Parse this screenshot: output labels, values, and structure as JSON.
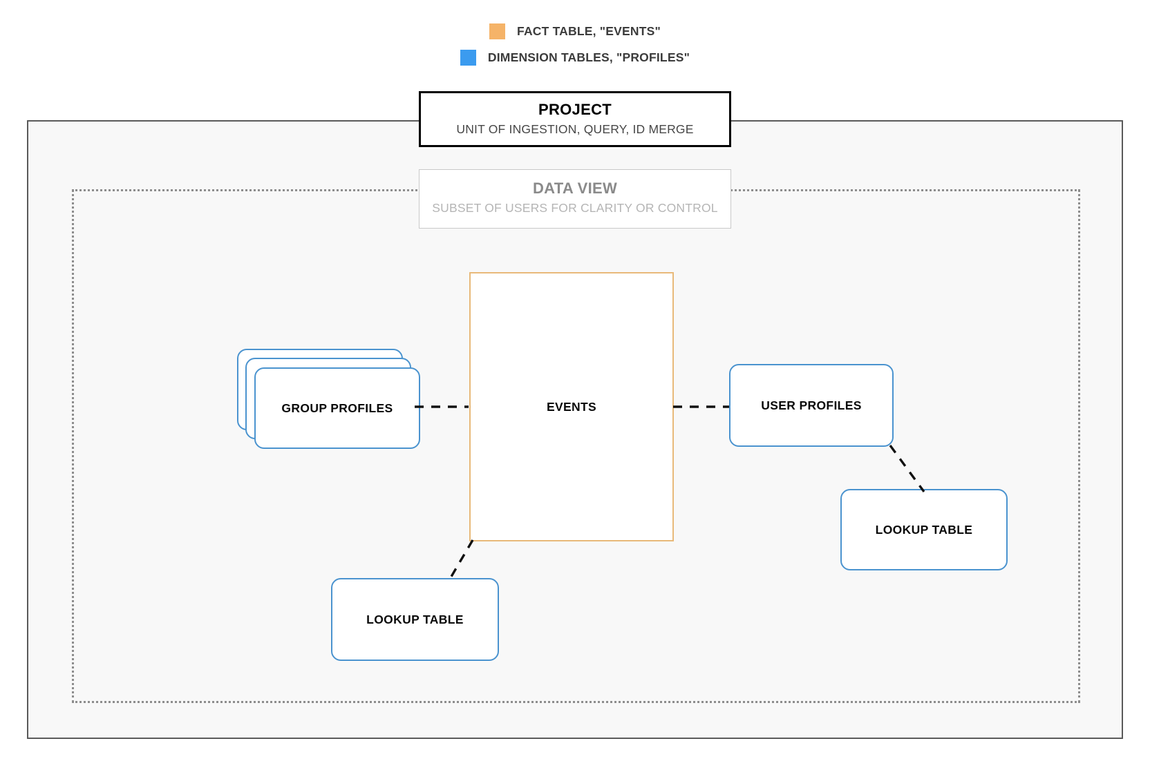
{
  "legend": {
    "items": [
      {
        "label": "FACT TABLE, \"EVENTS\"",
        "color": "#f5b368",
        "icon": "orange-square-swatch"
      },
      {
        "label": "DIMENSION TABLES, \"PROFILES\"",
        "color": "#3b9bef",
        "icon": "blue-square-swatch"
      }
    ]
  },
  "project": {
    "title": "PROJECT",
    "subtitle": "UNIT OF INGESTION, QUERY, ID MERGE",
    "border_color": "#000000",
    "background": "#f8f8f8"
  },
  "data_view": {
    "title": "DATA VIEW",
    "subtitle": "SUBSET OF USERS FOR CLARITY OR CONTROL",
    "border_color": "#8d8d8d",
    "border_style": "dotted"
  },
  "nodes": {
    "group_profiles": {
      "label": "GROUP PROFILES",
      "type": "dimension",
      "color": "#4a93cf",
      "stacked": true,
      "stack_count": 3
    },
    "events": {
      "label": "EVENTS",
      "type": "fact",
      "color": "#e8b979"
    },
    "user_profiles": {
      "label": "USER PROFILES",
      "type": "dimension",
      "color": "#4a93cf"
    },
    "lookup_table_left": {
      "label": "LOOKUP TABLE",
      "type": "dimension",
      "color": "#4a93cf"
    },
    "lookup_table_right": {
      "label": "LOOKUP TABLE",
      "type": "dimension",
      "color": "#4a93cf"
    }
  },
  "connectors": {
    "style": "dashed",
    "color": "#111111",
    "edges": [
      {
        "from": "group_profiles",
        "to": "events"
      },
      {
        "from": "events",
        "to": "user_profiles"
      },
      {
        "from": "events",
        "to": "lookup_table_left"
      },
      {
        "from": "user_profiles",
        "to": "lookup_table_right"
      }
    ]
  }
}
